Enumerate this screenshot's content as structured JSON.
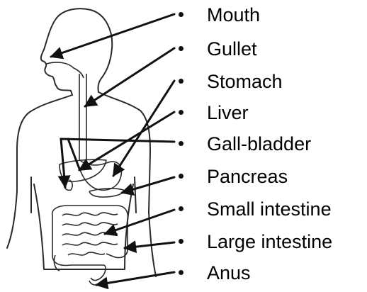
{
  "labels": [
    {
      "id": "mouth",
      "text": "Mouth"
    },
    {
      "id": "gullet",
      "text": "Gullet"
    },
    {
      "id": "stomach",
      "text": "Stomach"
    },
    {
      "id": "liver",
      "text": "Liver"
    },
    {
      "id": "gall_bladder",
      "text": "Gall-bladder"
    },
    {
      "id": "pancreas",
      "text": "Pancreas"
    },
    {
      "id": "small_intestine",
      "text": "Small intestine"
    },
    {
      "id": "large_intestine",
      "text": "Large intestine"
    },
    {
      "id": "anus",
      "text": "Anus"
    }
  ],
  "colors": {
    "line": "#111111",
    "outline": "#2a2a2a",
    "background": "#ffffff"
  }
}
